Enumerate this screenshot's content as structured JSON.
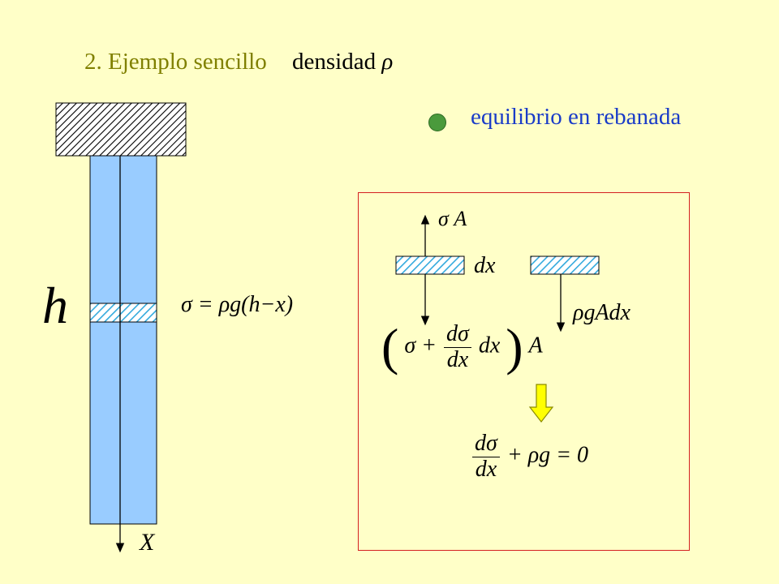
{
  "title": "2. Ejemplo sencillo",
  "density": {
    "word": "densidad",
    "symbol": "ρ"
  },
  "bullet_text": "equilibrio en rebanada",
  "column": {
    "height_symbol": "h",
    "axis_symbol": "X"
  },
  "stress_equation": "σ = ρg(h−x)",
  "panel": {
    "top_force": "σ A",
    "slice_width": "dx",
    "weight": "ρgAdx",
    "bottom_force": {
      "lparen": "(",
      "sigma": "σ +",
      "numerator": "dσ",
      "denominator": "dx",
      "tail": "dx",
      "rparen": ")",
      "area": "A"
    },
    "final_equation": {
      "numerator": "dσ",
      "denominator": "dx",
      "rest": "+ ρg = 0"
    }
  },
  "colors": {
    "background": "#ffffc8",
    "title": "#808000",
    "bullet_text": "#1a3cc8",
    "bullet": "#4a9a3c",
    "column_fill": "#99ccff",
    "hatch_slice": "#33aadd",
    "panel_border": "#d42020",
    "arrow_fill": "#ffff00"
  }
}
